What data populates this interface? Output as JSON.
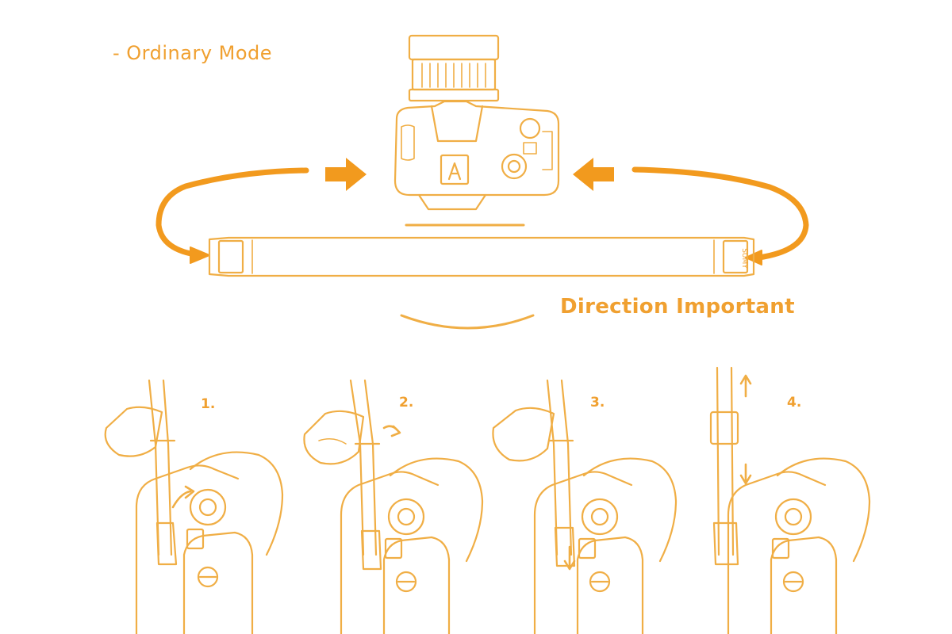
{
  "header": {
    "mode_label": "- Ordinary  Mode"
  },
  "main": {
    "direction_label": "Direction  Important"
  },
  "steps": [
    {
      "number": "1."
    },
    {
      "number": "2."
    },
    {
      "number": "3."
    },
    {
      "number": "4."
    }
  ],
  "strap": {
    "end_tag_text": "SUMY"
  },
  "colors": {
    "accent": "#f0a030",
    "fill": "#f29a1e",
    "line": "#f0ae45"
  },
  "icons": [
    "camera-icon",
    "arrow-right-icon",
    "arrow-left-icon",
    "arrow-up-icon",
    "arrow-down-icon"
  ]
}
